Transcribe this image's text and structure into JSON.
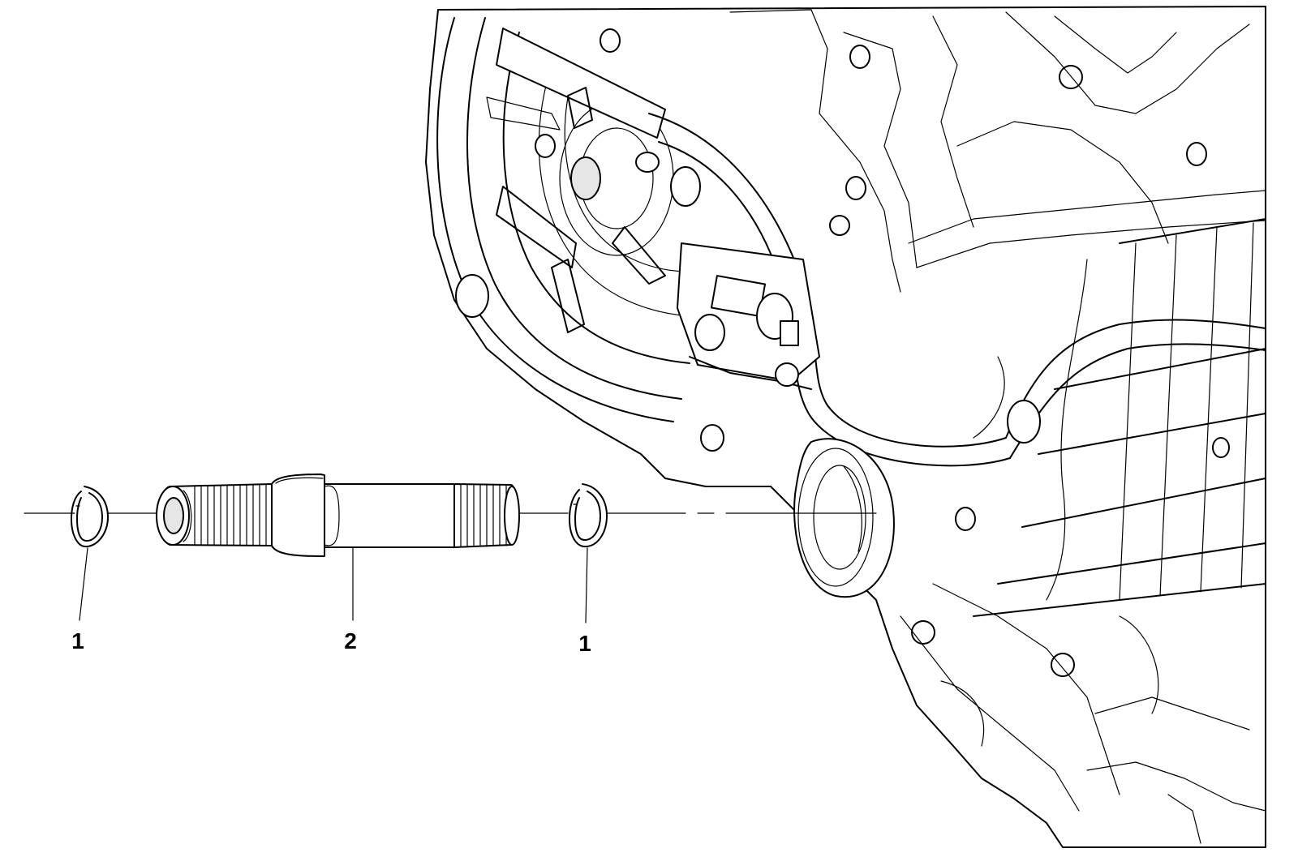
{
  "callouts": [
    {
      "id": "snap-ring-left",
      "label": "1"
    },
    {
      "id": "intermediate-shaft",
      "label": "2"
    },
    {
      "id": "snap-ring-right",
      "label": "1"
    }
  ],
  "colors": {
    "line": "#000000",
    "background": "#ffffff",
    "shade": "#e6e6e6"
  }
}
